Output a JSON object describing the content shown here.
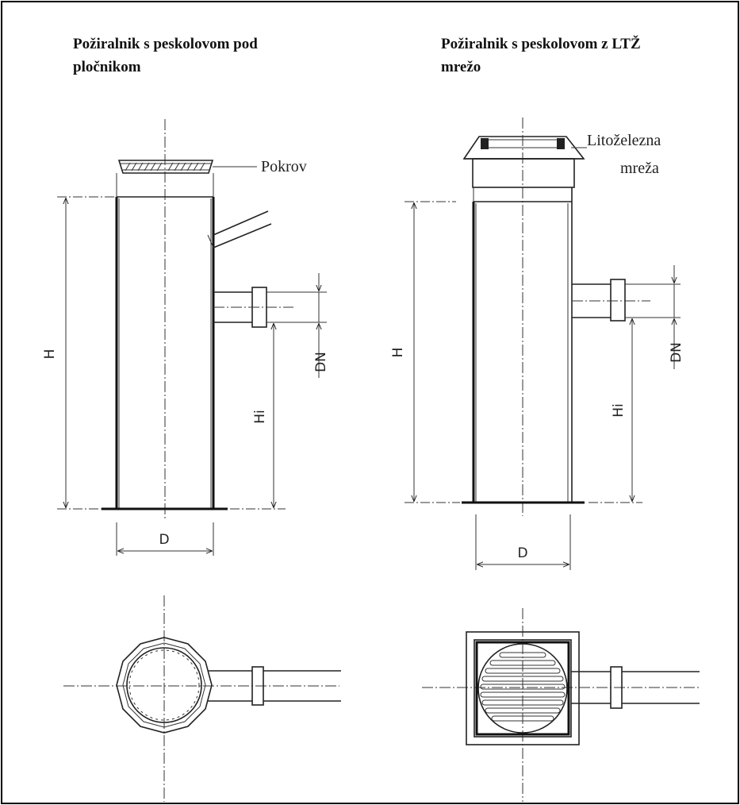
{
  "left": {
    "title_line1": "Požiralnik s peskolovom pod",
    "title_line2": "pločnikom",
    "cover_label": "Pokrov",
    "dim_height": "H",
    "dim_inlet_height": "Hi",
    "dim_pipe": "DN",
    "dim_diameter": "D"
  },
  "right": {
    "title_line1": "Požiralnik s peskolovom z LTŽ",
    "title_line2": "mrežo",
    "grate_label_line1": "Litoželezna",
    "grate_label_line2": "mreža",
    "dim_height": "H",
    "dim_inlet_height": "Hi",
    "dim_pipe": "DN",
    "dim_diameter": "D"
  },
  "colors": {
    "line": "#111111",
    "frame": "#000000",
    "background": "#ffffff"
  }
}
